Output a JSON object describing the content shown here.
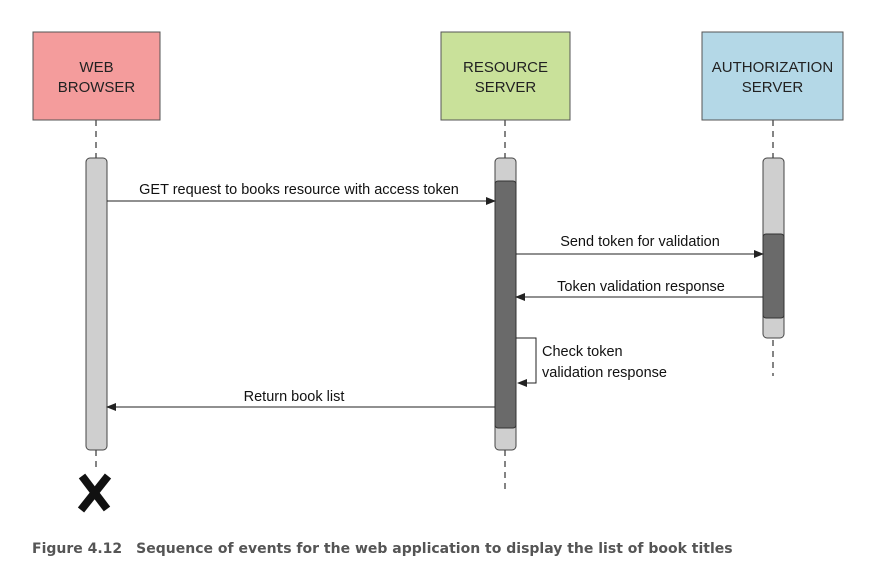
{
  "participants": {
    "browser": {
      "line1": "WEB",
      "line2": "BROWSER",
      "fill": "#f49c9c"
    },
    "resource": {
      "line1": "RESOURCE",
      "line2": "SERVER",
      "fill": "#c9e19a"
    },
    "auth": {
      "line1": "AUTHORIZATION",
      "line2": "SERVER",
      "fill": "#b4d8e7"
    }
  },
  "messages": {
    "get_request": "GET request to books resource with access token",
    "send_token": "Send token for validation",
    "validation_response": "Token validation response",
    "check_line1": "Check token",
    "check_line2": "validation response",
    "return_list": "Return book list"
  },
  "caption": {
    "label": "Figure 4.12",
    "text": "Sequence of events for the web application to display the list of book titles"
  },
  "colors": {
    "activation_light": "#cfcfcf",
    "activation_dark": "#6a6a6a",
    "stroke": "#333333",
    "caption_text": "#555555"
  }
}
